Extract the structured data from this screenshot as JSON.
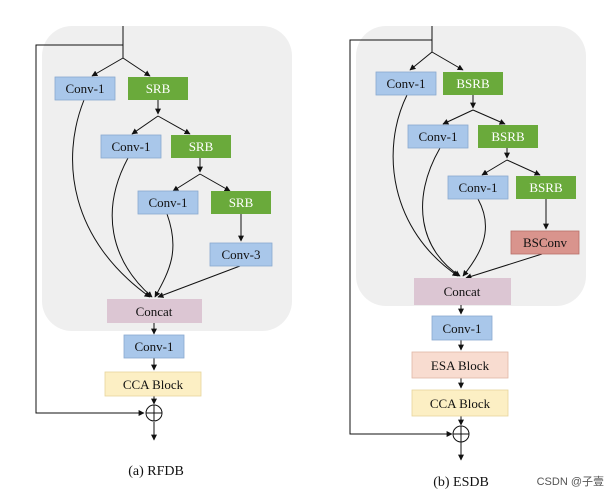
{
  "left": {
    "caption": "(a) RFDB",
    "nodes": {
      "conv1_a": "Conv-1",
      "srb_a": "SRB",
      "conv1_b": "Conv-1",
      "srb_b": "SRB",
      "conv1_c": "Conv-1",
      "srb_c": "SRB",
      "conv3": "Conv-3",
      "concat": "Concat",
      "conv1_out": "Conv-1",
      "cca": "CCA Block"
    }
  },
  "right": {
    "caption": "(b) ESDB",
    "nodes": {
      "conv1_a": "Conv-1",
      "bsrb_a": "BSRB",
      "conv1_b": "Conv-1",
      "bsrb_b": "BSRB",
      "conv1_c": "Conv-1",
      "bsrb_c": "BSRB",
      "bsconv": "BSConv",
      "concat": "Concat",
      "conv1_out": "Conv-1",
      "esa": "ESA Block",
      "cca": "CCA Block"
    }
  },
  "watermark": "CSDN @子壹",
  "colors": {
    "conv": "#a9c7ea",
    "srb": "#6aaa3b",
    "concat": "#dcc6d3",
    "cca": "#fcefc4",
    "esa": "#f8dcd0",
    "bsconv": "#d9948d",
    "panel": "#efefef"
  }
}
